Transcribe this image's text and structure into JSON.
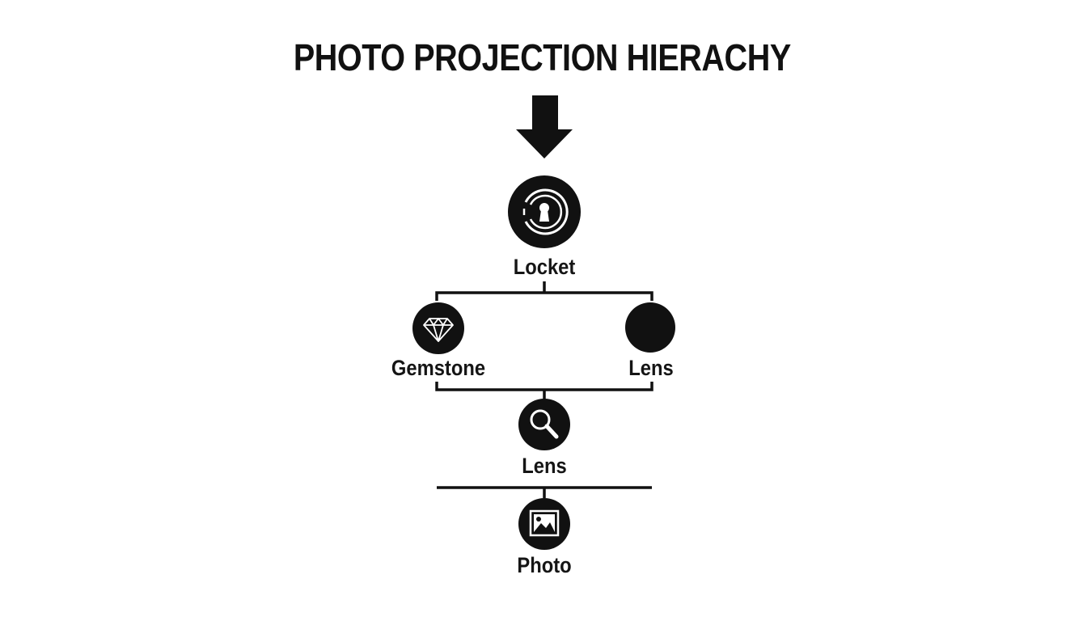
{
  "title": "PHOTO PROJECTION HIERACHY",
  "nodes": {
    "locket": {
      "label": "Locket",
      "icon": "keyhole-icon"
    },
    "gemstone": {
      "label": "Gemstone",
      "icon": "diamond-icon"
    },
    "lens_top": {
      "label": "Lens",
      "icon": "solid-circle-icon"
    },
    "lens_mid": {
      "label": "Lens",
      "icon": "magnifier-icon"
    },
    "photo": {
      "label": "Photo",
      "icon": "picture-icon"
    }
  },
  "colors": {
    "foreground": "#111111",
    "background": "#ffffff"
  }
}
